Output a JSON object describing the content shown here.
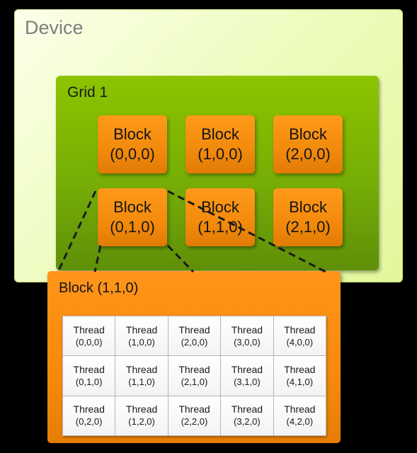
{
  "device": {
    "title": "Device"
  },
  "grid": {
    "title": "Grid 1",
    "blocks": [
      {
        "label": "Block",
        "coord": "(0,0,0)"
      },
      {
        "label": "Block",
        "coord": "(1,0,0)"
      },
      {
        "label": "Block",
        "coord": "(2,0,0)"
      },
      {
        "label": "Block",
        "coord": "(0,1,0)"
      },
      {
        "label": "Block",
        "coord": "(1,1,0)"
      },
      {
        "label": "Block",
        "coord": "(2,1,0)"
      }
    ]
  },
  "expanded_block": {
    "title": "Block (1,1,0)",
    "threads": [
      {
        "label": "Thread",
        "coord": "(0,0,0)"
      },
      {
        "label": "Thread",
        "coord": "(1,0,0)"
      },
      {
        "label": "Thread",
        "coord": "(2,0,0)"
      },
      {
        "label": "Thread",
        "coord": "(3,0,0)"
      },
      {
        "label": "Thread",
        "coord": "(4,0,0)"
      },
      {
        "label": "Thread",
        "coord": "(0,1,0)"
      },
      {
        "label": "Thread",
        "coord": "(1,1,0)"
      },
      {
        "label": "Thread",
        "coord": "(2,1,0)"
      },
      {
        "label": "Thread",
        "coord": "(3,1,0)"
      },
      {
        "label": "Thread",
        "coord": "(4,1,0)"
      },
      {
        "label": "Thread",
        "coord": "(0,2,0)"
      },
      {
        "label": "Thread",
        "coord": "(1,2,0)"
      },
      {
        "label": "Thread",
        "coord": "(2,2,0)"
      },
      {
        "label": "Thread",
        "coord": "(3,2,0)"
      },
      {
        "label": "Thread",
        "coord": "(4,2,0)"
      }
    ]
  },
  "colors": {
    "device_fill": "#eefcc0",
    "grid_fill": "#76ad06",
    "block_fill": "#f28a0c",
    "thread_fill": "#ffffff",
    "background": "#000000"
  }
}
